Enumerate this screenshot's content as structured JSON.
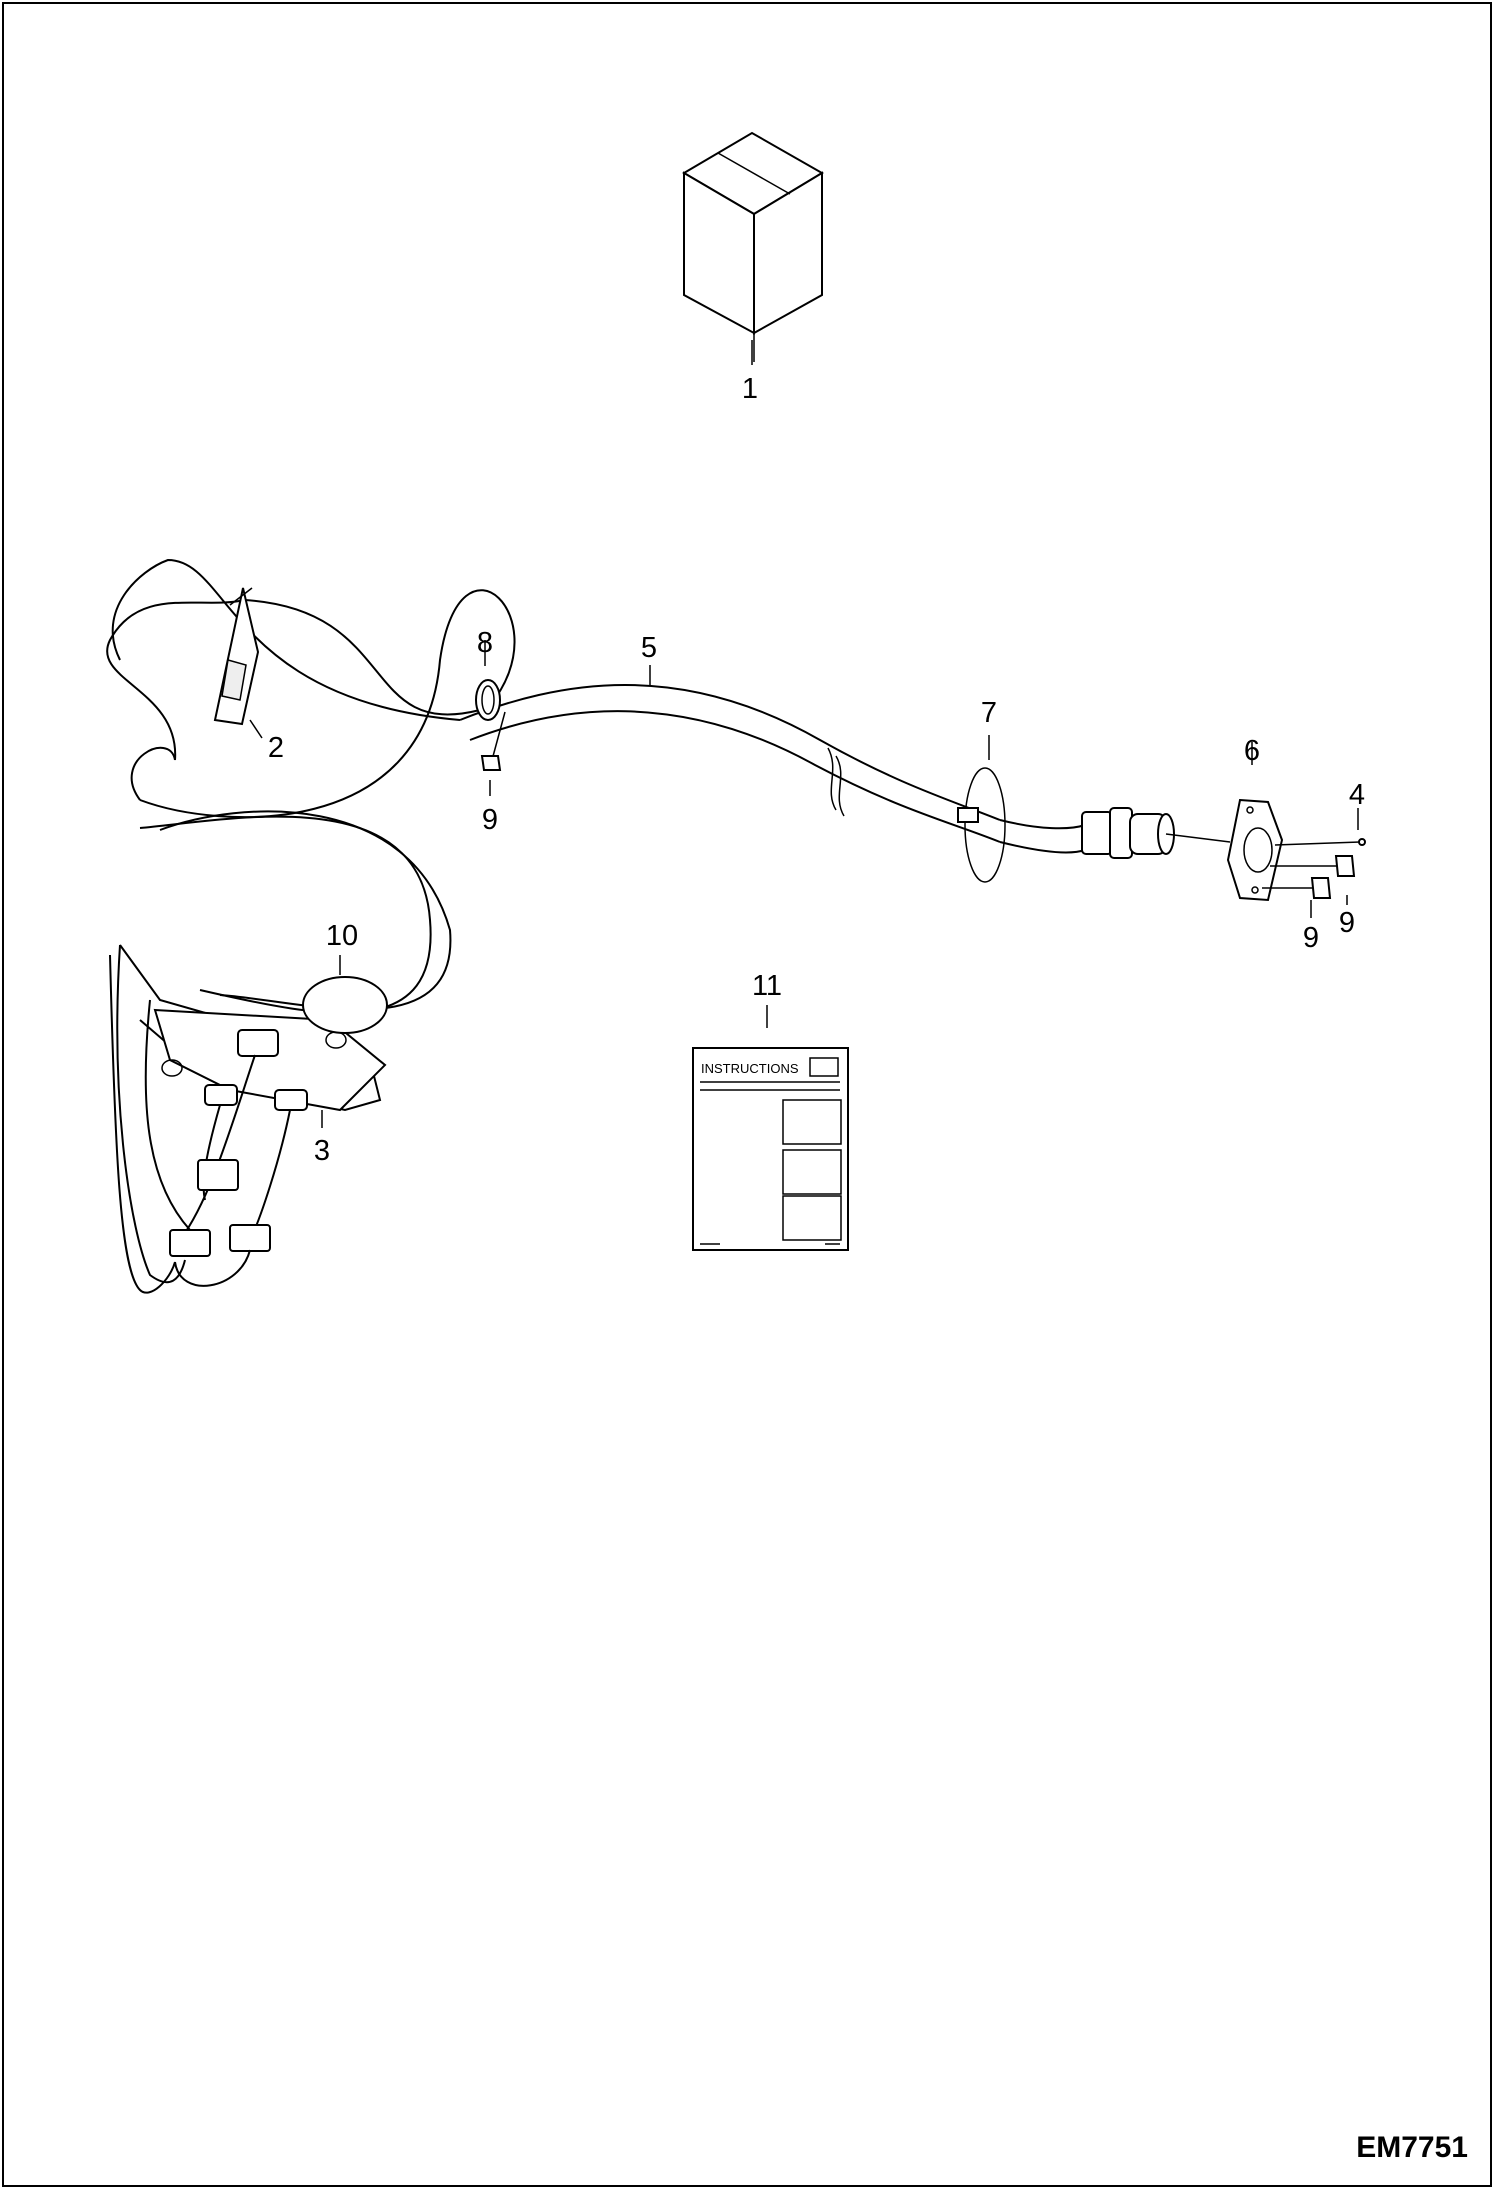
{
  "figure_id": "EM7751",
  "callouts": [
    "1",
    "2",
    "3",
    "4",
    "5",
    "6",
    "7",
    "8",
    "9",
    "9",
    "9",
    "10",
    "11"
  ],
  "instructions_sheet": {
    "title": "INSTRUCTIONS"
  }
}
